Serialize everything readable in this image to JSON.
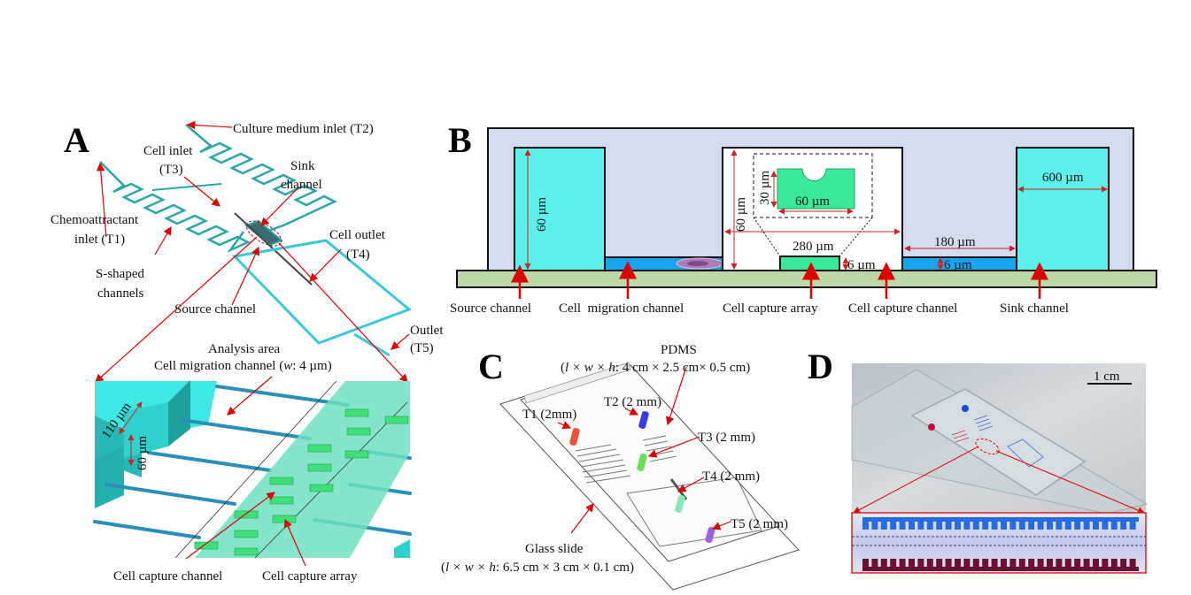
{
  "figure": {
    "panels": {
      "A": {
        "letter": "A",
        "labels": {
          "culture_inlet": "Culture medium inlet (T2)",
          "cell_inlet_1": "Cell inlet",
          "cell_inlet_2": "(T3)",
          "sink_1": "Sink",
          "sink_2": "channel",
          "chemo_1": "Chemoattractant",
          "chemo_2": "inlet (T1)",
          "cell_outlet_1": "Cell outlet",
          "cell_outlet_2": "(T4)",
          "s_shaped_1": "S-shaped",
          "s_shaped_2": "channels",
          "source": "Source channel",
          "outlet_1": "Outlet",
          "outlet_2": "(T5)",
          "analysis": "Analysis area",
          "migration_pre": "Cell migration channel (",
          "migration_w": "w",
          "migration_post": ": 4 µm)",
          "dim_110": "110 µm",
          "dim_60": "60 µm",
          "capture_channel": "Cell capture channel",
          "capture_array": "Cell capture array"
        }
      },
      "B": {
        "letter": "B",
        "dims": {
          "source_height": "60 µm",
          "capture_height": "60 µm",
          "trap_height": "30 µm",
          "trap_width": "60 µm",
          "capture_width": "280 µm",
          "array_height": "6 µm",
          "gap_width": "180 µm",
          "channel_height": "6 µm",
          "sink_width": "600 µm"
        },
        "bottom_labels": [
          "Source channel",
          "Cell  migration channel",
          "Cell capture array",
          "Cell capture channel",
          "Sink channel"
        ],
        "colors": {
          "pdms": "#d3dcef",
          "channel": "#5ef0ea",
          "migration": "#1aa3ee",
          "trap": "#3ae89a",
          "glass": "#bcd8a8",
          "arrow": "#dd0000"
        }
      },
      "C": {
        "letter": "C",
        "pdms_title": "PDMS",
        "pdms_dims_pre": "(",
        "pdms_dims_vars": "l × w × h",
        "pdms_dims_post": ": 4 cm × 2.5 cm× 0.5 cm)",
        "glass_title": "Glass slide",
        "glass_dims_vars": "l × w × h",
        "glass_dims_post": ": 6.5 cm × 3 cm × 0.1 cm)",
        "tubes": [
          {
            "label": "T1 (2mm)",
            "color": "#e8533a"
          },
          {
            "label": "T2 (2 mm)",
            "color": "#3a3ee0"
          },
          {
            "label": "T3 (2 mm)",
            "color": "#6ae05a"
          },
          {
            "label": "T4 (2 mm)",
            "color": "#8ae8b8"
          },
          {
            "label": "T5 (2 mm)",
            "color": "#a060e0"
          }
        ]
      },
      "D": {
        "letter": "D",
        "scale_bar": "1 cm"
      }
    }
  }
}
